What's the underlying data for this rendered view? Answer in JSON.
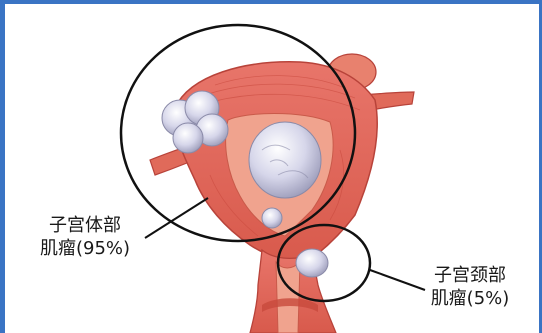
{
  "labels": {
    "uterine_body": {
      "line1": "子宫体部",
      "line2": "肌瘤(95%)"
    },
    "cervical": {
      "line1": "子宫颈部",
      "line2": "肌瘤(5%)"
    }
  },
  "colors": {
    "frame_border": "#3a74c4",
    "uterine_wall": "#e06a5a",
    "wall_outline": "#b8433a",
    "inner_cavity": "#f0a38e",
    "fibroid": "#dcdcee",
    "circle_line": "#111111"
  }
}
